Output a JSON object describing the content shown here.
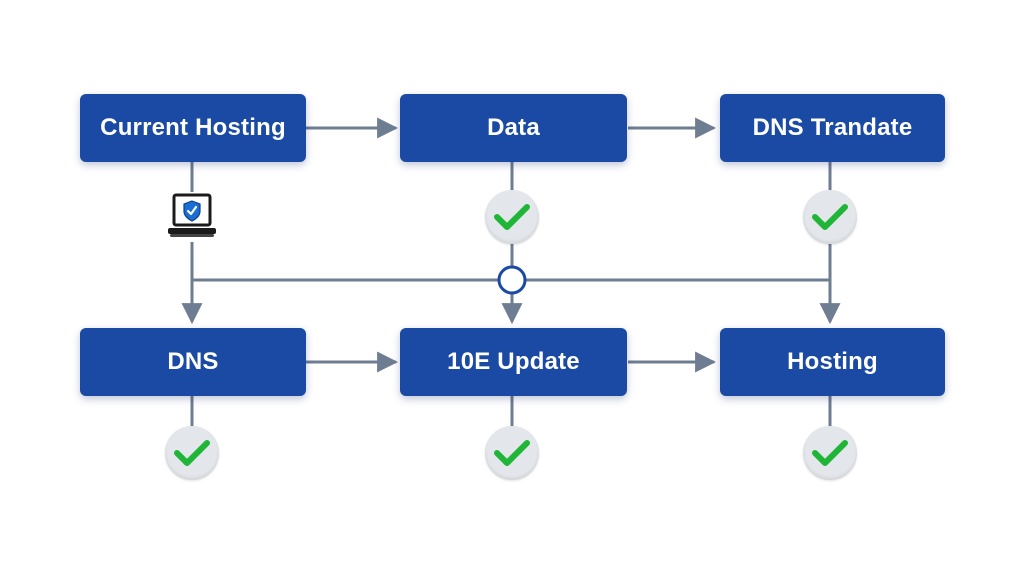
{
  "diagram": {
    "nodes": [
      {
        "id": "current-hosting",
        "label": "Current Hosting"
      },
      {
        "id": "data",
        "label": "Data"
      },
      {
        "id": "dns-trandate",
        "label": "DNS Trandate"
      },
      {
        "id": "dns",
        "label": "DNS"
      },
      {
        "id": "10e-update",
        "label": "10E Update"
      },
      {
        "id": "hosting",
        "label": "Hosting"
      }
    ],
    "status_checks": [
      "data",
      "dns-trandate",
      "dns",
      "10e-update",
      "hosting"
    ],
    "icons": {
      "check": "check-mark-icon",
      "device": "secure-laptop-icon",
      "junction": "junction-circle-icon"
    },
    "colors": {
      "node_fill": "#1a4aa3",
      "node_text": "#ffffff",
      "connector": "#6e7d92",
      "check_green": "#1fb536",
      "check_bg": "#e3e6ea"
    }
  }
}
